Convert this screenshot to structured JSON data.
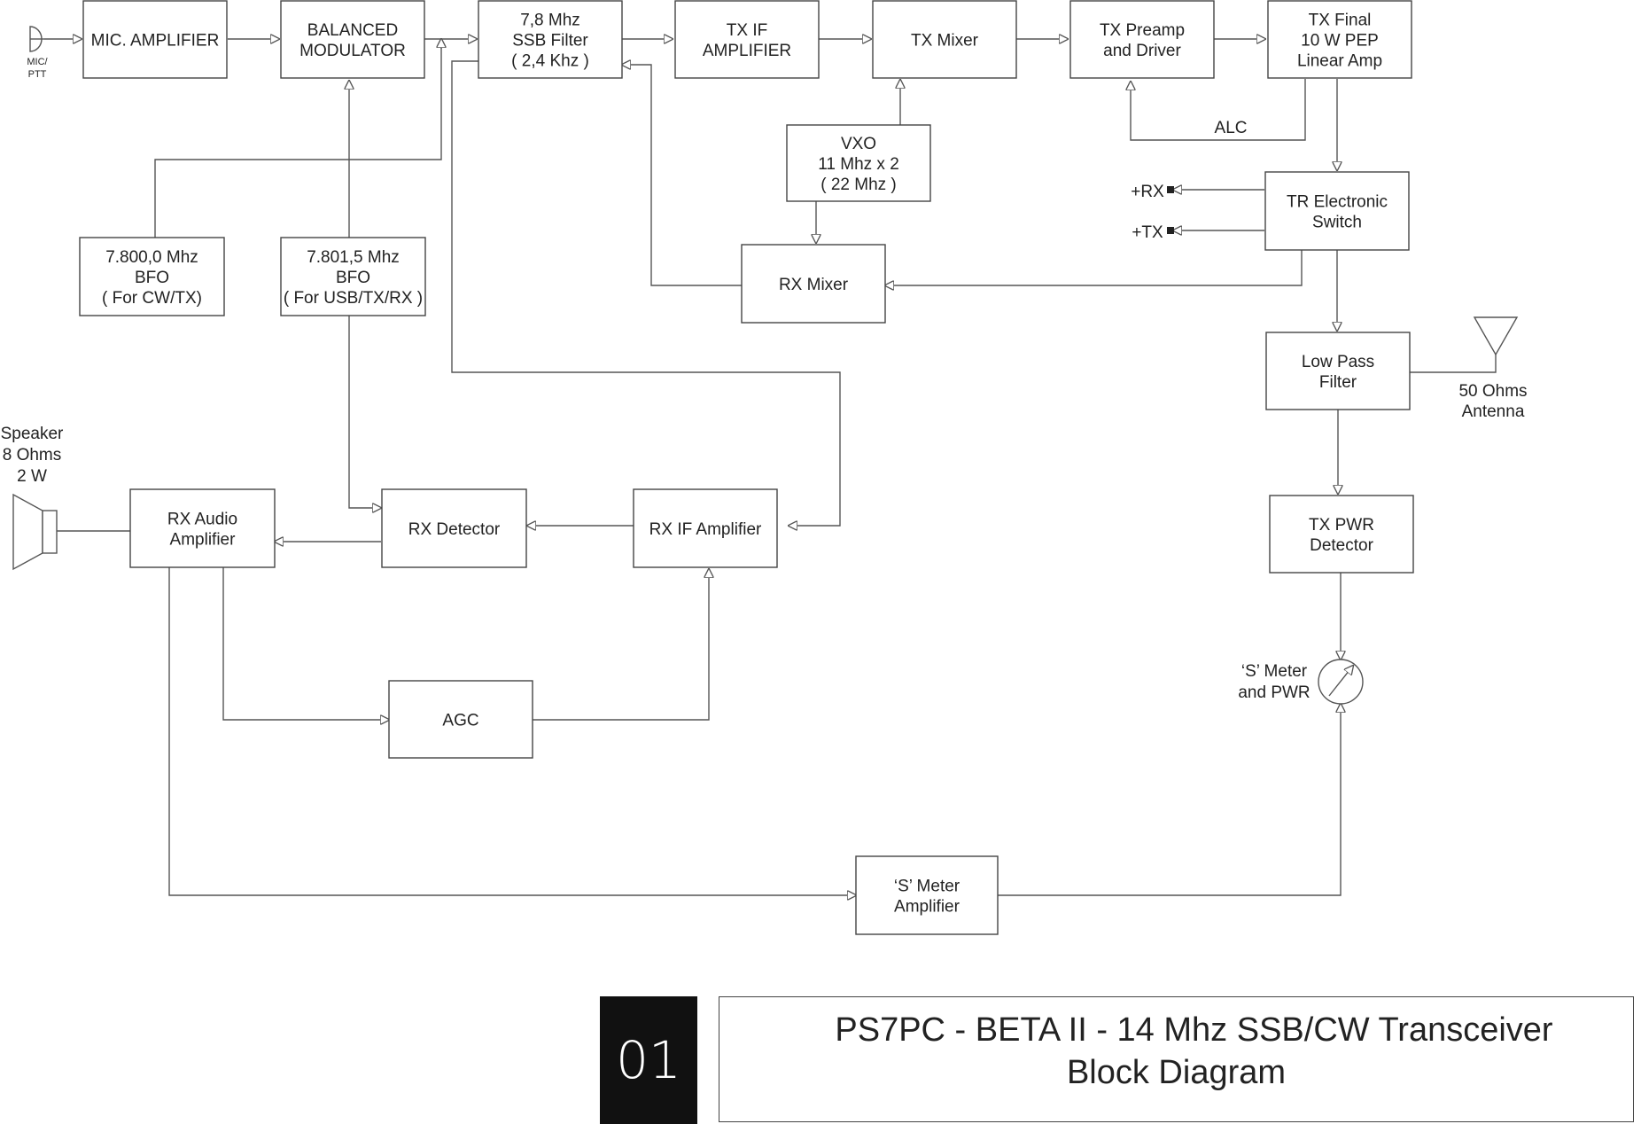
{
  "blocks": {
    "mic_amp": [
      "MIC. AMPLIFIER"
    ],
    "bal_mod": [
      "BALANCED",
      "MODULATOR"
    ],
    "ssb_filter": [
      "7,8 Mhz",
      "SSB Filter",
      "( 2,4 Khz )"
    ],
    "tx_if_amp": [
      "TX IF",
      "AMPLIFIER"
    ],
    "tx_mixer": [
      "TX Mixer"
    ],
    "tx_preamp": [
      "TX Preamp",
      "and Driver"
    ],
    "tx_final": [
      "TX Final",
      "10 W PEP",
      "Linear Amp"
    ],
    "vxo": [
      "VXO",
      "11 Mhz x 2",
      "( 22 Mhz )"
    ],
    "bfo_cw": [
      "7.800,0 Mhz",
      "BFO",
      "( For CW/TX)"
    ],
    "bfo_usb": [
      "7.801,5 Mhz",
      "BFO",
      "( For USB/TX/RX )"
    ],
    "rx_mixer": [
      "RX Mixer"
    ],
    "tr_switch": [
      "TR Electronic",
      "Switch"
    ],
    "lpf": [
      "Low Pass",
      "Filter"
    ],
    "tx_pwr_det": [
      "TX PWR",
      "Detector"
    ],
    "rx_audio_amp": [
      "RX  Audio",
      "Amplifier"
    ],
    "rx_detector": [
      "RX Detector"
    ],
    "rx_if_amp": [
      "RX IF Amplifier"
    ],
    "agc": [
      "AGC"
    ],
    "s_meter_amp": [
      "‘S’ Meter",
      "Amplifier"
    ]
  },
  "labels": {
    "mic": [
      "MIC/",
      "PTT"
    ],
    "alc": "ALC",
    "plus_rx": "+RX",
    "plus_tx": "+TX",
    "antenna": [
      "50 Ohms",
      "Antenna"
    ],
    "speaker": [
      "Speaker",
      "8 Ohms",
      "2 W"
    ],
    "s_meter": [
      "‘S’ Meter",
      "and PWR"
    ]
  },
  "title": {
    "number": "01",
    "line1": "PS7PC  -  BETA II - 14 Mhz SSB/CW Transceiver",
    "line2": "Block Diagram"
  }
}
